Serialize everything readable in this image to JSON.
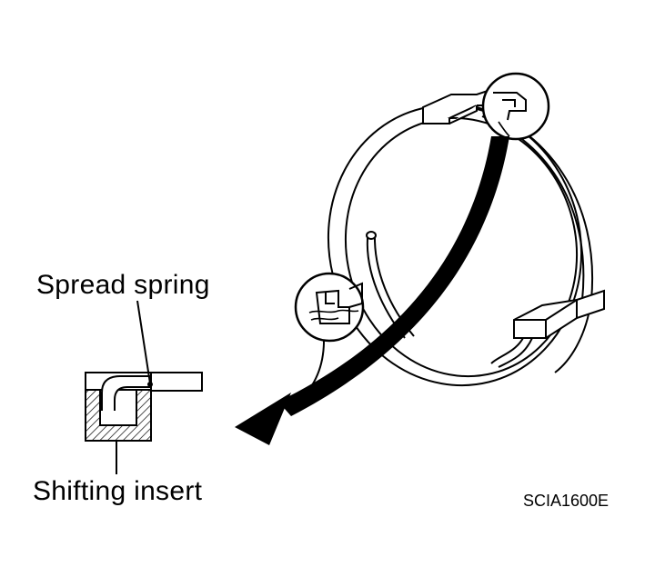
{
  "labels": {
    "spread_spring": "Spread spring",
    "shifting_insert": "Shifting insert",
    "figure_code": "SCIA1600E"
  },
  "colors": {
    "line": "#000000",
    "background": "#ffffff"
  }
}
